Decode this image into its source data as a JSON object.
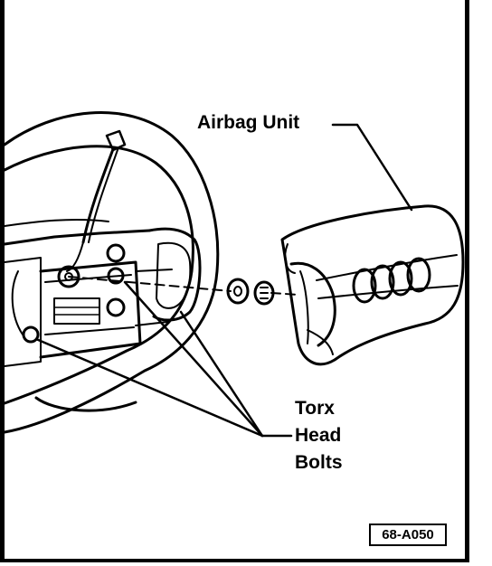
{
  "labels": {
    "airbag_unit": "Airbag Unit",
    "torx_lines": [
      "Torx",
      "Head",
      "Bolts"
    ]
  },
  "figure_ref": "68-A050",
  "colors": {
    "ink": "#000000",
    "paper": "#ffffff"
  }
}
